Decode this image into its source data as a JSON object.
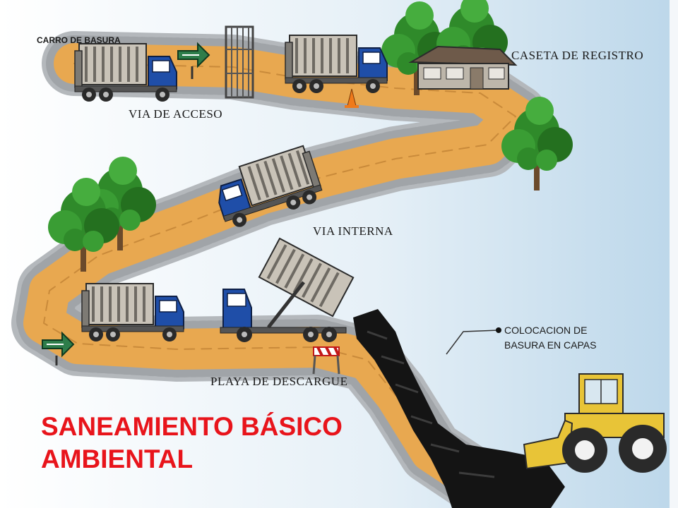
{
  "labels": {
    "carro_de_basura": "CARRO DE BASURA",
    "via_de_acceso": "VIA DE ACCESO",
    "caseta_de_registro": "CASETA DE REGISTRO",
    "via_interna": "VIA INTERNA",
    "colocacion_line1": "COLOCACION DE",
    "colocacion_line2": "BASURA EN CAPAS",
    "playa_de_descargue": "PLAYA DE DESCARGUE"
  },
  "title": {
    "line1": "SANEAMIENTO BÁSICO",
    "line2": "AMBIENTAL"
  },
  "colors": {
    "title": "#e8141b",
    "road": "#e8a850",
    "gravel": "#b4b8bc",
    "truck_cab": "#1f4ea8",
    "bulldozer": "#e8c437",
    "garbage": "#141414",
    "tree": "#2f8a2a",
    "sky": "#d3e6f2"
  },
  "icons": [
    "truck-icon",
    "gate-icon",
    "arrow-sign-icon",
    "house-icon",
    "tree-icon",
    "bulldozer-icon",
    "traffic-cone-icon",
    "barrier-icon"
  ]
}
